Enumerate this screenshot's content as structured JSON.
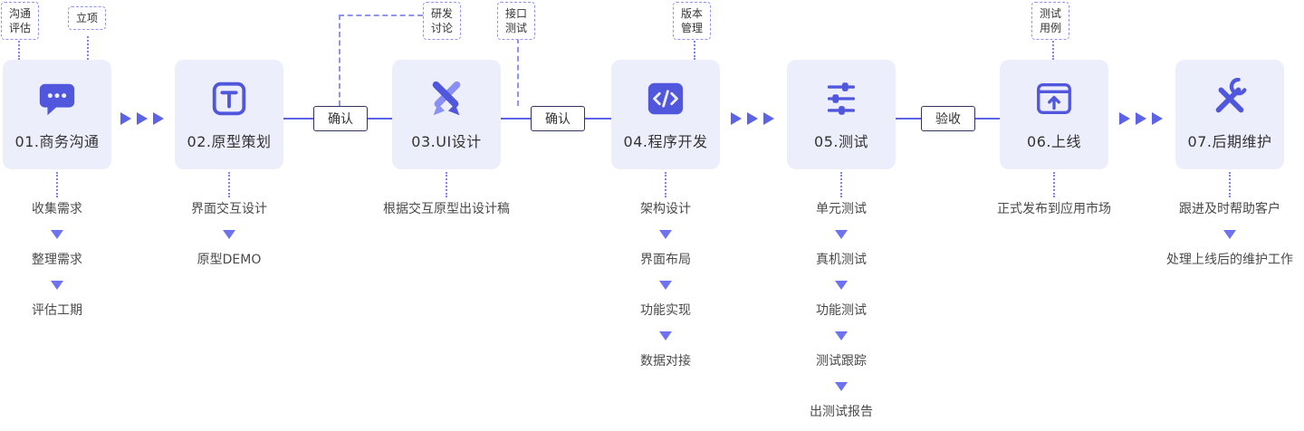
{
  "colors": {
    "accent": "#5d63e6",
    "icon": "#5157dd",
    "card_background": "#edeefb",
    "title_text": "#333333",
    "step_text": "#4a4a4a",
    "tag_dashed_border": "#8f95f0",
    "label_solid_border": "#30345e"
  },
  "stages": [
    {
      "title": "01.商务沟通",
      "icon": "chat-icon",
      "steps": [
        "收集需求",
        "整理需求",
        "评估工期"
      ]
    },
    {
      "title": "02.原型策划",
      "icon": "prototype-icon",
      "steps": [
        "界面交互设计",
        "原型DEMO"
      ]
    },
    {
      "title": "03.UI设计",
      "icon": "design-pen-icon",
      "steps": [
        "根据交互原型出设计稿"
      ]
    },
    {
      "title": "04.程序开发",
      "icon": "code-icon",
      "steps": [
        "架构设计",
        "界面布局",
        "功能实现",
        "数据对接"
      ]
    },
    {
      "title": "05.测试",
      "icon": "sliders-icon",
      "steps": [
        "单元测试",
        "真机测试",
        "功能测试",
        "测试跟踪",
        "出测试报告"
      ]
    },
    {
      "title": "06.上线",
      "icon": "launch-icon",
      "steps": [
        "正式发布到应用市场"
      ]
    },
    {
      "title": "07.后期维护",
      "icon": "tools-icon",
      "steps": [
        "跟进及时帮助客户",
        "处理上线后的维护工作"
      ]
    }
  ],
  "top_tags": [
    {
      "lines": [
        "沟通",
        "评估"
      ]
    },
    {
      "lines": [
        "立项"
      ]
    },
    {
      "lines": [
        "研发",
        "讨论"
      ]
    },
    {
      "lines": [
        "接口",
        "测试"
      ]
    },
    {
      "lines": [
        "版本",
        "管理"
      ]
    },
    {
      "lines": [
        "测试",
        "用例"
      ]
    }
  ],
  "connector_labels": [
    "确认",
    "确认",
    "验收"
  ]
}
